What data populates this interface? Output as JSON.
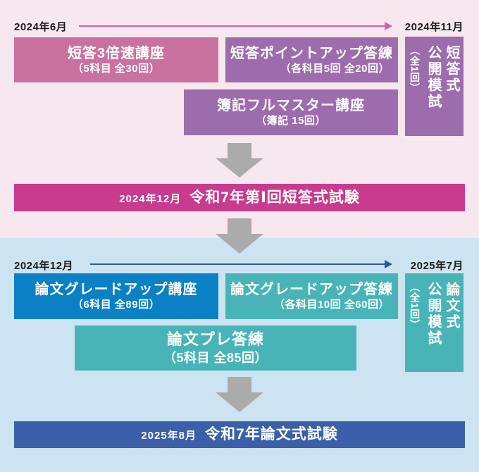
{
  "colors": {
    "tantou_section_bg": "#f7e8ef",
    "ronbun_section_bg": "#cce4f1",
    "pink_box": "#c9719f",
    "purple_box": "#9d6cad",
    "magenta_banner": "#c83b8f",
    "blue_box": "#0a80c5",
    "teal_box": "#48b4b7",
    "navy_banner": "#3b5fa9",
    "gray_arrow": "#ababab",
    "tantou_timeline_arrow": "#d4619e",
    "ronbun_timeline_arrow": "#2f55a3"
  },
  "tantou_phase": {
    "timeline": {
      "start": "2024年6月",
      "end": "2024年11月"
    },
    "courses": {
      "sokudo": {
        "title": "短答3倍速講座",
        "detail": "（5科目 全30回）"
      },
      "pointup": {
        "title": "短答ポイントアップ答練",
        "detail": "（各科目5回 全20回）"
      },
      "boki": {
        "title": "簿記フルマスター講座",
        "detail": "（簿記 15回）"
      },
      "moshi": {
        "word1": "短答式",
        "word2": "公開模試",
        "count": "（全1回）"
      }
    },
    "exam": {
      "date": "2024年12月",
      "name": "令和7年第Ⅰ回短答式試験"
    }
  },
  "ronbun_phase": {
    "timeline": {
      "start": "2024年12月",
      "end": "2025年7月"
    },
    "courses": {
      "gradeup_kouza": {
        "title": "論文グレードアップ講座",
        "detail": "（6科目 全89回）"
      },
      "gradeup_touren": {
        "title": "論文グレードアップ答練",
        "detail": "（各科目10回 全60回）"
      },
      "pre_touren": {
        "title": "論文プレ答練",
        "detail": "（5科目 全85回）"
      },
      "moshi": {
        "word1": "論文式",
        "word2": "公開模試",
        "count": "（全1回）"
      }
    },
    "exam": {
      "date": "2025年8月",
      "name": "令和7年論文式試験"
    }
  }
}
